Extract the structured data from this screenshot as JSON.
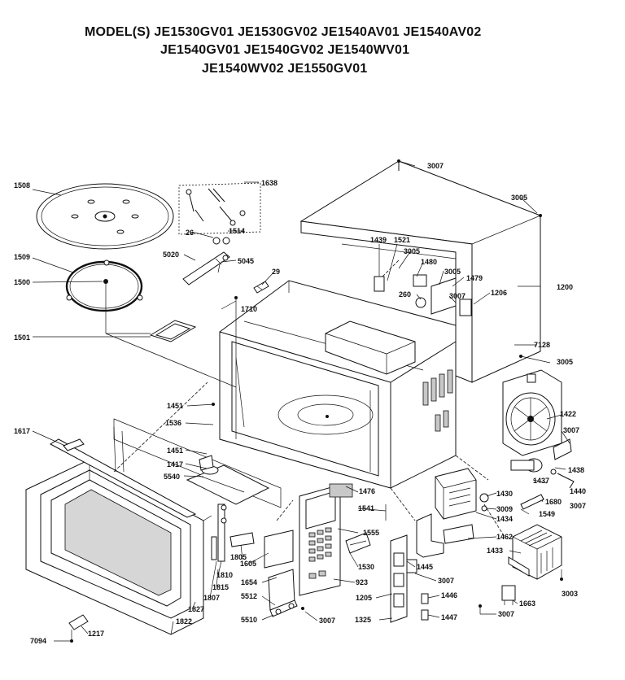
{
  "header": {
    "line1": "MODEL(S) JE1530GV01  JE1530GV02  JE1540AV01  JE1540AV02",
    "line2": "JE1540GV01  JE1540GV02  JE1540WV01",
    "line3": "JE1540WV02  JE1550GV01"
  },
  "part_labels": {
    "p3007_top": "3007",
    "p1508": "1508",
    "p1638": "1638",
    "p3005_top": "3005",
    "p26": "26",
    "p1514": "1514",
    "p1439": "1439",
    "p1521": "1521",
    "p1509": "1509",
    "p5020": "5020",
    "p5045": "5045",
    "p3005_mid": "3005",
    "p1480": "1480",
    "p3005_b": "3005",
    "p1479": "1479",
    "p29": "29",
    "p260": "260",
    "p3007_mid": "3007",
    "p1206": "1206",
    "p1200": "1200",
    "p1500": "1500",
    "p1710": "1710",
    "p1501": "1501",
    "p7128": "7128",
    "p3005_right": "3005",
    "p1451_a": "1451",
    "p1422": "1422",
    "p1617": "1617",
    "p1536": "1536",
    "p3007_right": "3007",
    "p1451_b": "1451",
    "p1417": "1417",
    "p1438": "1438",
    "p5540": "5540",
    "p1437": "1437",
    "p1440": "1440",
    "p1476": "1476",
    "p1430": "1430",
    "p1680": "1680",
    "p3009": "3009",
    "p3007_r2": "3007",
    "p1541": "1541",
    "p1549": "1549",
    "p1434": "1434",
    "p1555": "1555",
    "p1462": "1462",
    "p1433": "1433",
    "p1805_a": "1805",
    "p1605": "1605",
    "p1530": "1530",
    "p1445": "1445",
    "p1810": "1810",
    "p1815": "1815",
    "p1654": "1654",
    "p923": "923",
    "p3007_c": "3007",
    "p3003": "3003",
    "p1807": "1807",
    "p5512": "5512",
    "p1205": "1205",
    "p1446": "1446",
    "p1827": "1827",
    "p1663": "1663",
    "p1822": "1822",
    "p5510": "5510",
    "p3007_bottom": "3007",
    "p1325": "1325",
    "p1447": "1447",
    "p3007_br": "3007",
    "p1217": "1217",
    "p7094": "7094"
  }
}
